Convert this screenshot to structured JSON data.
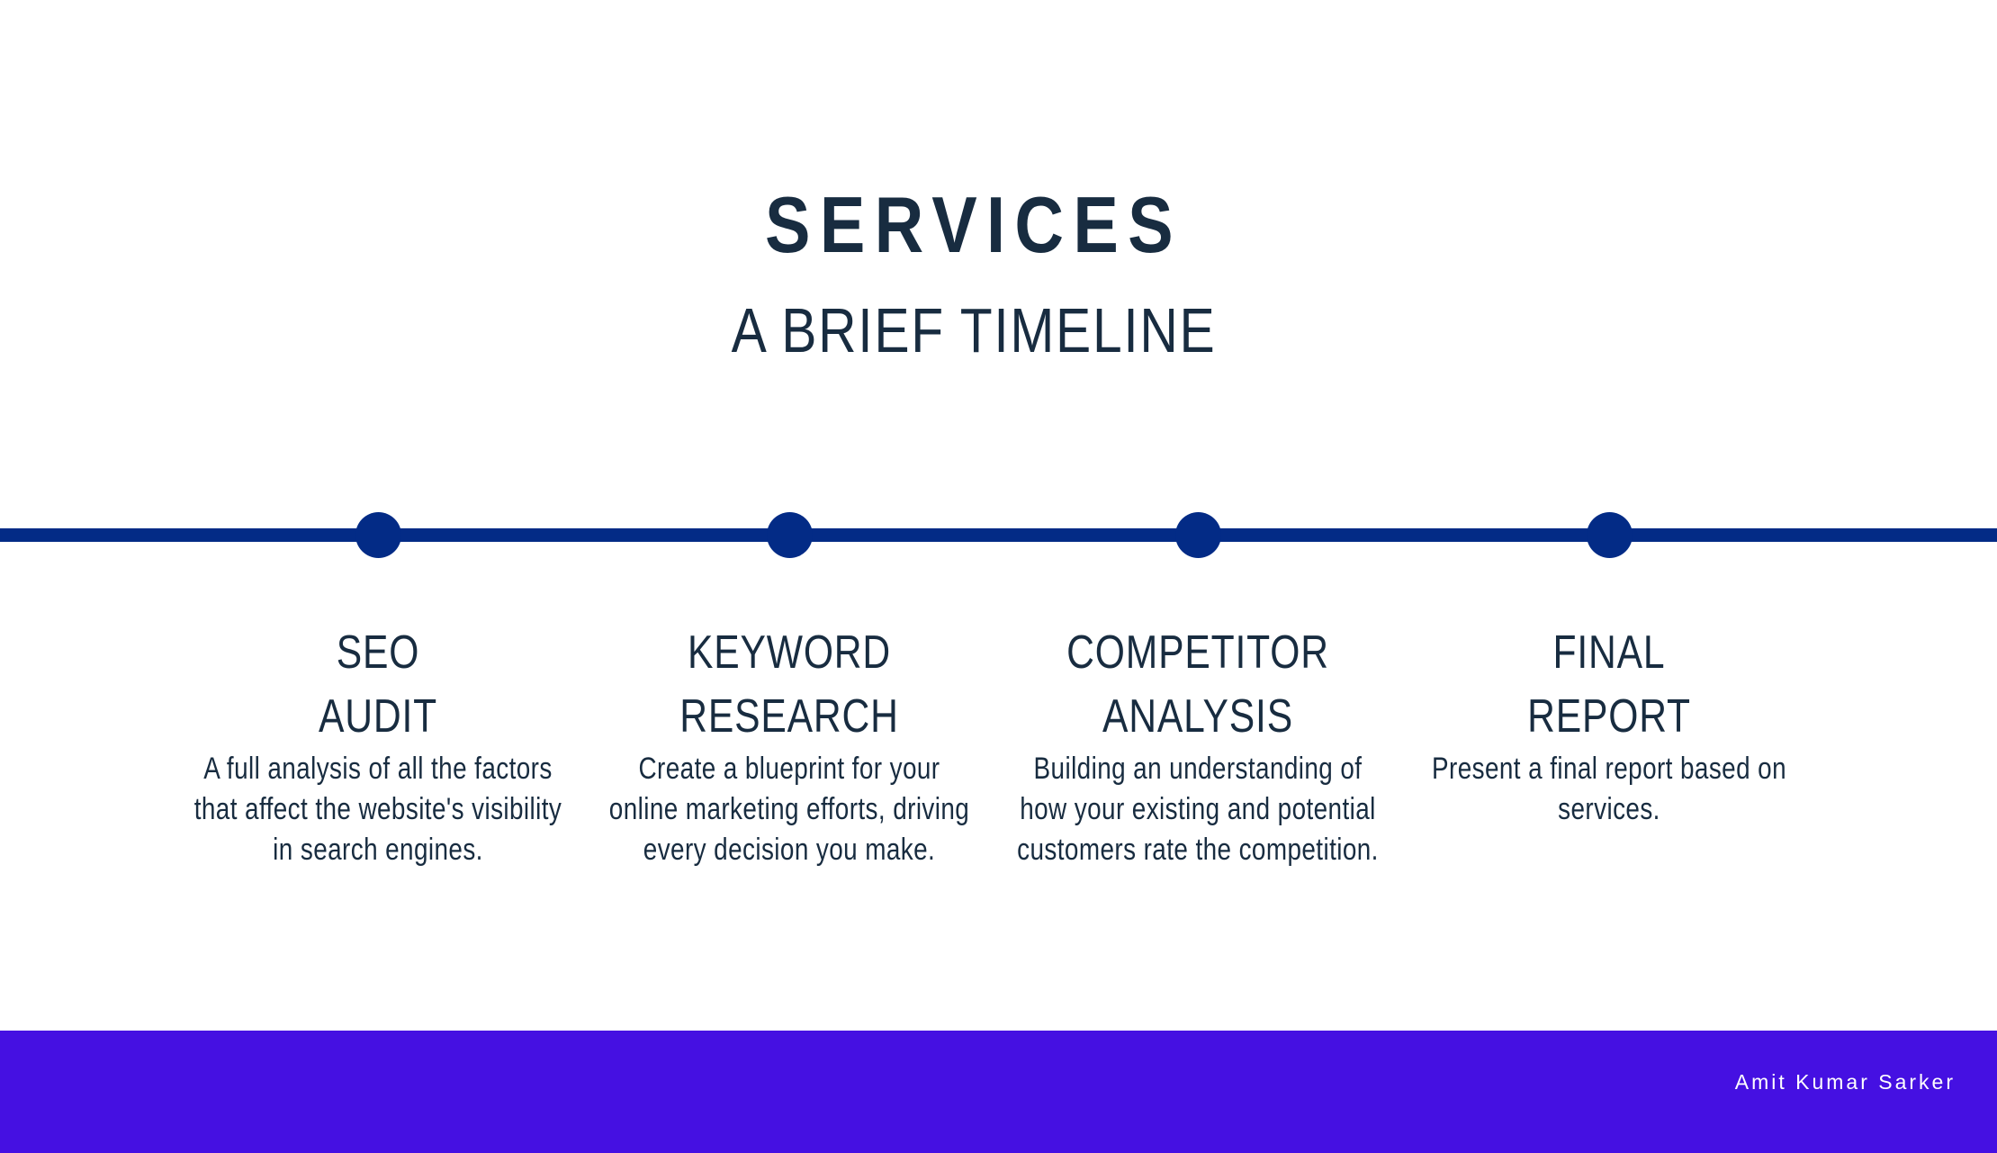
{
  "colors": {
    "text": "#182c40",
    "accent": "#032b86",
    "footer": "#4510e2",
    "background": "#ffffff"
  },
  "header": {
    "title": "SERVICES",
    "subtitle": "A BRIEF TIMELINE"
  },
  "timeline": {
    "steps": [
      {
        "title": "SEO\nAUDIT",
        "description": "A full analysis of all the factors that affect the website's visibility in search engines."
      },
      {
        "title": "KEYWORD\nRESEARCH",
        "description": "Create a blueprint for your online marketing efforts, driving every decision you make."
      },
      {
        "title": "COMPETITOR\nANALYSIS",
        "description": "Building an understanding of how your existing and potential customers rate the competition."
      },
      {
        "title": "FINAL\nREPORT",
        "description": "Present a final report based on services."
      }
    ]
  },
  "footer": {
    "author": "Amit Kumar Sarker"
  }
}
